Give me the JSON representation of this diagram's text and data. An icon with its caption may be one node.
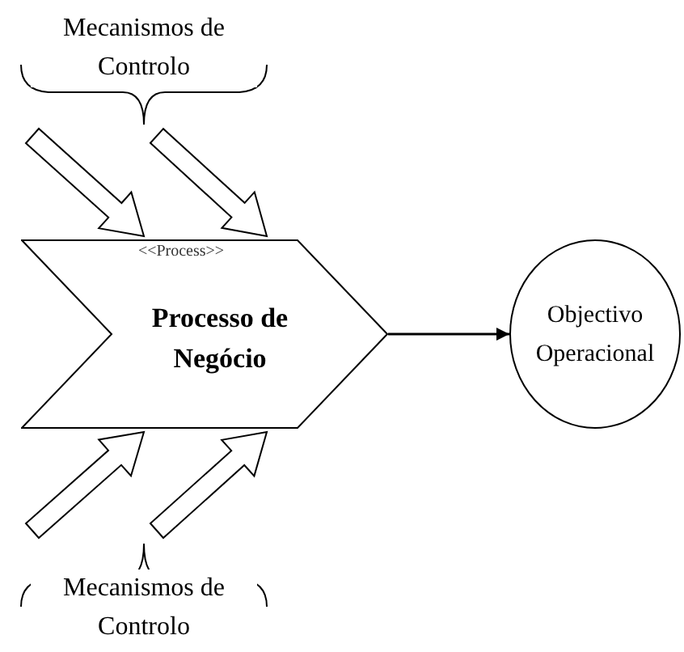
{
  "diagram": {
    "nodes": [
      {
        "text": [
          "Mecanismos de Controlo"
        ]
      },
      {
        "text": [
          "<<Process>>",
          "Processo de Negócio"
        ]
      },
      {
        "text": [
          "Objectivo Operacional"
        ]
      },
      {
        "text": [
          "Mecanismos de Controlo"
        ]
      }
    ],
    "edges": [
      {
        "from": null,
        "to": 1,
        "arrow": "to",
        "style": "thick"
      },
      {
        "from": null,
        "to": 1,
        "arrow": "to",
        "style": "thick"
      },
      {
        "from": null,
        "to": 1,
        "arrow": "to",
        "style": "thick"
      },
      {
        "from": null,
        "to": 1,
        "arrow": "to",
        "style": "thick"
      },
      {
        "from": 1,
        "to": 2,
        "arrow": "to"
      }
    ]
  }
}
